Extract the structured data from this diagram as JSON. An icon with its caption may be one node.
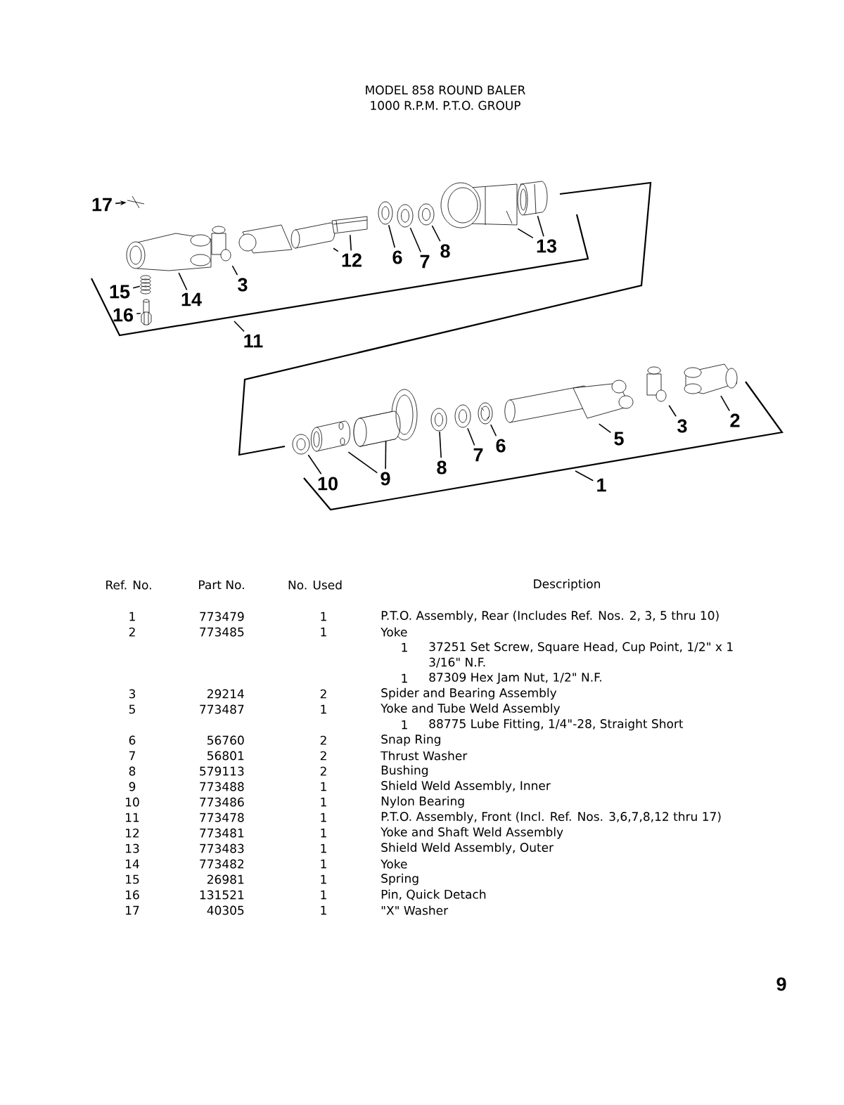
{
  "diagram": {
    "title": "MODEL 858 ROUND BALER",
    "nodes": [
      {
        "text": [
          "17"
        ]
      },
      {
        "text": [
          "13"
        ]
      },
      {
        "text": [
          "8"
        ]
      },
      {
        "text": [
          "6"
        ]
      },
      {
        "text": [
          "12"
        ]
      },
      {
        "text": [
          "7"
        ]
      },
      {
        "text": [
          "3"
        ]
      },
      {
        "text": [
          "15"
        ]
      },
      {
        "text": [
          "14"
        ]
      },
      {
        "text": [
          "16"
        ]
      },
      {
        "text": [
          "11"
        ]
      },
      {
        "text": [
          "2"
        ]
      },
      {
        "text": [
          "3"
        ]
      },
      {
        "text": [
          "5"
        ]
      },
      {
        "text": [
          "6"
        ]
      },
      {
        "text": [
          "7"
        ]
      },
      {
        "text": [
          "8"
        ]
      },
      {
        "text": [
          "9"
        ]
      },
      {
        "text": [
          "10"
        ]
      },
      {
        "text": [
          "1"
        ]
      },
      {
        "text": [],
        "shape": "picture"
      },
      {
        "text": [],
        "shape": "picture"
      },
      {
        "text": [],
        "shape": "picture"
      },
      {
        "text": [],
        "shape": "picture"
      },
      {
        "text": [],
        "shape": "picture"
      },
      {
        "text": [],
        "shape": "picture"
      },
      {
        "text": [],
        "shape": "picture"
      },
      {
        "text": [],
        "shape": "picture"
      },
      {
        "text": [],
        "shape": "picture"
      },
      {
        "text": [],
        "shape": "picture"
      },
      {
        "text": [],
        "shape": "picture"
      },
      {
        "text": [],
        "shape": "picture"
      },
      {
        "text": [],
        "shape": "picture"
      },
      {
        "text": [],
        "shape": "picture"
      },
      {
        "text": [],
        "shape": "picture"
      },
      {
        "text": [],
        "shape": "picture"
      },
      {
        "text": [],
        "shape": "picture"
      },
      {
        "text": [],
        "shape": "picture"
      },
      {
        "text": [],
        "shape": "picture"
      },
      {
        "text": [],
        "shape": "picture"
      },
      {
        "text": [],
        "shape": "picture"
      },
      {
        "text": [],
        "shape": "picture"
      }
    ],
    "edges": [
      {
        "from": 0,
        "to": 20,
        "arrow": "to"
      },
      {
        "from": 1,
        "to": 31,
        "arrow": "none"
      },
      {
        "from": 1,
        "to": 32,
        "arrow": "none"
      },
      {
        "from": 2,
        "to": 30,
        "arrow": "none"
      },
      {
        "from": 3,
        "to": 28,
        "arrow": "none"
      },
      {
        "from": 4,
        "to": 26,
        "arrow": "none"
      },
      {
        "from": 4,
        "to": 27,
        "arrow": "none"
      },
      {
        "from": 5,
        "to": 29,
        "arrow": "none"
      },
      {
        "from": 6,
        "to": 24,
        "arrow": "none"
      },
      {
        "from": 7,
        "to": 22,
        "arrow": "none"
      },
      {
        "from": 8,
        "to": 21,
        "arrow": "none"
      },
      {
        "from": 9,
        "to": 23,
        "arrow": "none"
      },
      {
        "from": 10,
        "to": null,
        "arrow": "none"
      },
      {
        "from": 11,
        "to": 41,
        "arrow": "none"
      },
      {
        "from": 12,
        "to": 40,
        "arrow": "none"
      },
      {
        "from": 13,
        "to": 39,
        "arrow": "none"
      },
      {
        "from": 14,
        "to": 38,
        "arrow": "none"
      },
      {
        "from": 15,
        "to": 37,
        "arrow": "none"
      },
      {
        "from": 16,
        "to": 36,
        "arrow": "none"
      },
      {
        "from": 17,
        "to": 34,
        "arrow": "none"
      },
      {
        "from": 17,
        "to": 35,
        "arrow": "none"
      },
      {
        "from": 18,
        "to": 33,
        "arrow": "none"
      },
      {
        "from": 19,
        "to": null,
        "arrow": "none"
      }
    ],
    "labels": [
      "1000 R.P.M. P.T.O. GROUP",
      "Ref. No.",
      "Part No.",
      "No. Used",
      "Description",
      "1",
      "773479",
      "1",
      "P.T.O. Assembly, Rear (Includes Ref. Nos. 2, 3, 5 thru 10)",
      "2",
      "773485",
      "1",
      "Yoke",
      "1",
      "37251 Set Screw, Square Head, Cup Point, 1/2\" x 1 3/16\" N.F.",
      "1",
      "87309 Hex Jam Nut, 1/2\" N.F.",
      "3",
      "29214",
      "2",
      "Spider and Bearing Assembly",
      "5",
      "773487",
      "1",
      "Yoke and Tube Weld Assembly",
      "1",
      "88775 Lube Fitting, 1/4\"-28, Straight Short",
      "6",
      "56760",
      "2",
      "Snap Ring",
      "7",
      "56801",
      "2",
      "Thrust Washer",
      "8",
      "579113",
      "2",
      "Bushing",
      "9",
      "773488",
      "1",
      "Shield Weld Assembly, Inner",
      "10",
      "773486",
      "1",
      "Nylon Bearing",
      "11",
      "773478",
      "1",
      "P.T.O. Assembly, Front (Incl. Ref. Nos. 3,6,7,8,12 thru 17)",
      "12",
      "773481",
      "1",
      "Yoke and Shaft Weld Assembly",
      "13",
      "773483",
      "1",
      "Shield Weld Assembly, Outer",
      "14",
      "773482",
      "1",
      "Yoke",
      "15",
      "26981",
      "1",
      "Spring",
      "16",
      "131521",
      "1",
      "Pin, Quick Detach",
      "17",
      "40305",
      "1",
      "\"X\" Washer",
      "9"
    ]
  }
}
